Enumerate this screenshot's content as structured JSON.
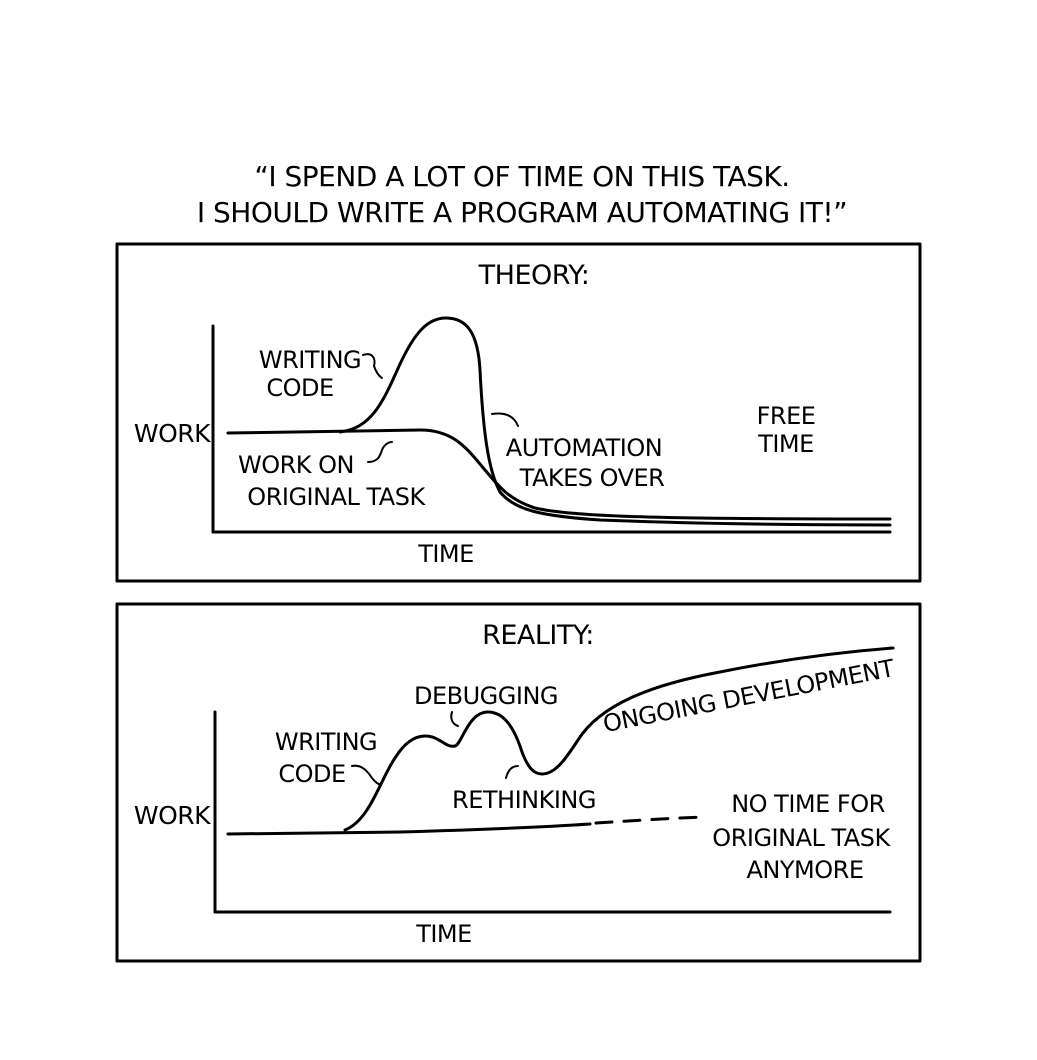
{
  "caption": {
    "line1": "“I SPEND A LOT OF TIME ON THIS TASK.",
    "line2": "I SHOULD WRITE A PROGRAM AUTOMATING IT!”"
  },
  "theory": {
    "title": "THEORY:",
    "ylabel": "WORK",
    "xlabel": "TIME",
    "labels": {
      "writing_code_1": "WRITING",
      "writing_code_2": "CODE",
      "work_on_1": "WORK ON",
      "work_on_2": "ORIGINAL TASK",
      "automation_1": "AUTOMATION",
      "automation_2": "TAKES OVER",
      "free_time_1": "FREE",
      "free_time_2": "TIME"
    }
  },
  "reality": {
    "title": "REALITY:",
    "ylabel": "WORK",
    "xlabel": "TIME",
    "labels": {
      "writing_code_1": "WRITING",
      "writing_code_2": "CODE",
      "debugging": "DEBUGGING",
      "rethinking": "RETHINKING",
      "ongoing": "ONGOING DEVELOPMENT",
      "no_time_1": "NO TIME FOR",
      "no_time_2": "ORIGINAL TASK",
      "no_time_3": "ANYMORE"
    }
  }
}
